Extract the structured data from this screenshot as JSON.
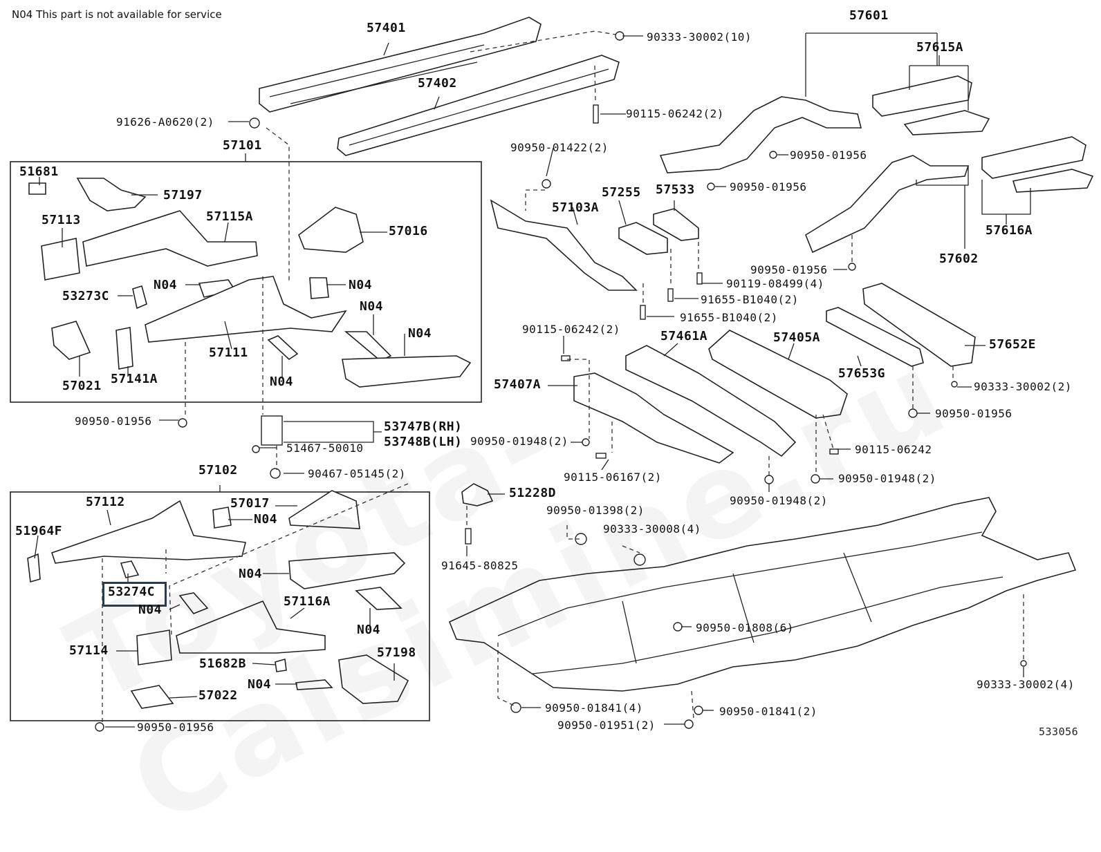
{
  "note": "N04 This part is not available for service",
  "diagram_id": "533056",
  "watermark": "Toyota-Calsimine.ru",
  "labels": {
    "p57401": "57401",
    "p57402": "57402",
    "p90333_30002_10": "90333-30002(10)",
    "p91626": "91626-A0620(2)",
    "p90115_06242_2": "90115-06242(2)",
    "p57101": "57101",
    "p51681": "51681",
    "p57197": "57197",
    "p57113": "57113",
    "p57115A": "57115A",
    "p57016": "57016",
    "n04_a": "N04",
    "n04_b": "N04",
    "n04_c": "N04",
    "n04_d": "N04",
    "n04_e": "N04",
    "p53273C": "53273C",
    "p57111": "57111",
    "p57021": "57021",
    "p57141A": "57141A",
    "p90950_01956_a": "90950-01956",
    "p53747B": "53747B(RH)",
    "p53748B": "53748B(LH)",
    "p51467": "51467-50010",
    "p90467": "90467-05145(2)",
    "p57102": "57102",
    "p57112": "57112",
    "p57017": "57017",
    "n04_f": "N04",
    "p51964F": "51964F",
    "n04_g": "N04",
    "p53274C": "53274C",
    "n04_h": "N04",
    "p57116A": "57116A",
    "n04_i": "N04",
    "p57114": "57114",
    "p57198": "57198",
    "p51682B": "51682B",
    "n04_j": "N04",
    "p57022": "57022",
    "p90950_01956_b": "90950-01956",
    "p90950_01422": "90950-01422(2)",
    "p57255": "57255",
    "p57533": "57533",
    "p57103A": "57103A",
    "p90119": "90119-08499(4)",
    "p91655_a": "91655-B1040(2)",
    "p91655_b": "91655-B1040(2)",
    "p90115_06242_2b": "90115-06242(2)",
    "p57461A": "57461A",
    "p57405A": "57405A",
    "p57407A": "57407A",
    "p90950_01948_a": "90950-01948(2)",
    "p90115_06167": "90115-06167(2)",
    "p90950_01948_b": "90950-01948(2)",
    "p90115_06242": "90115-06242",
    "p90950_01948_c": "90950-01948(2)",
    "p51228D": "51228D",
    "p91645": "91645-80825",
    "p90950_01398": "90950-01398(2)",
    "p90333_30008": "90333-30008(4)",
    "p90950_01808": "90950-01808(6)",
    "p90950_01841_a": "90950-01841(4)",
    "p90950_01841_b": "90950-01841(2)",
    "p90950_01951": "90950-01951(2)",
    "p90333_30002_4": "90333-30002(4)",
    "p57601": "57601",
    "p57615A": "57615A",
    "p90950_01956_c": "90950-01956",
    "p90950_01956_d": "90950-01956",
    "p57616A": "57616A",
    "p57602": "57602",
    "p90950_01956_e": "90950-01956",
    "p57652E": "57652E",
    "p57653G": "57653G",
    "p90333_30002_2": "90333-30002(2)",
    "p90950_01956_f": "90950-01956"
  }
}
